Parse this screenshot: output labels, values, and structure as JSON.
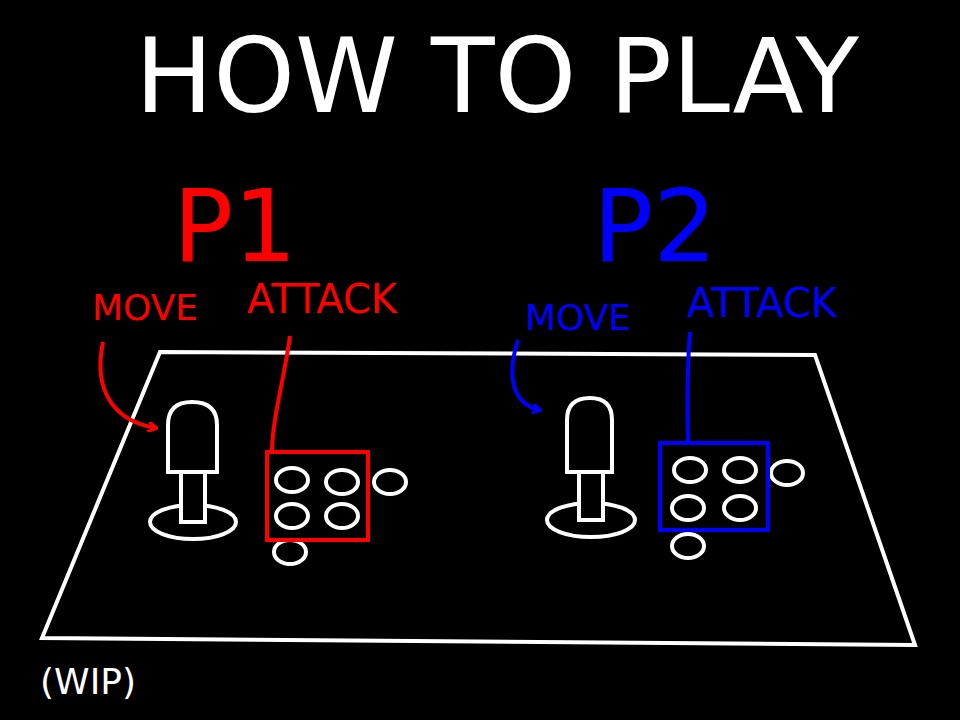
{
  "diagram": {
    "title": "HOW TO PLAY",
    "labels": [
      "P1",
      "MOVE",
      "ATTACK",
      "P2",
      "MOVE",
      "ATTACK",
      "(WIP)"
    ]
  }
}
